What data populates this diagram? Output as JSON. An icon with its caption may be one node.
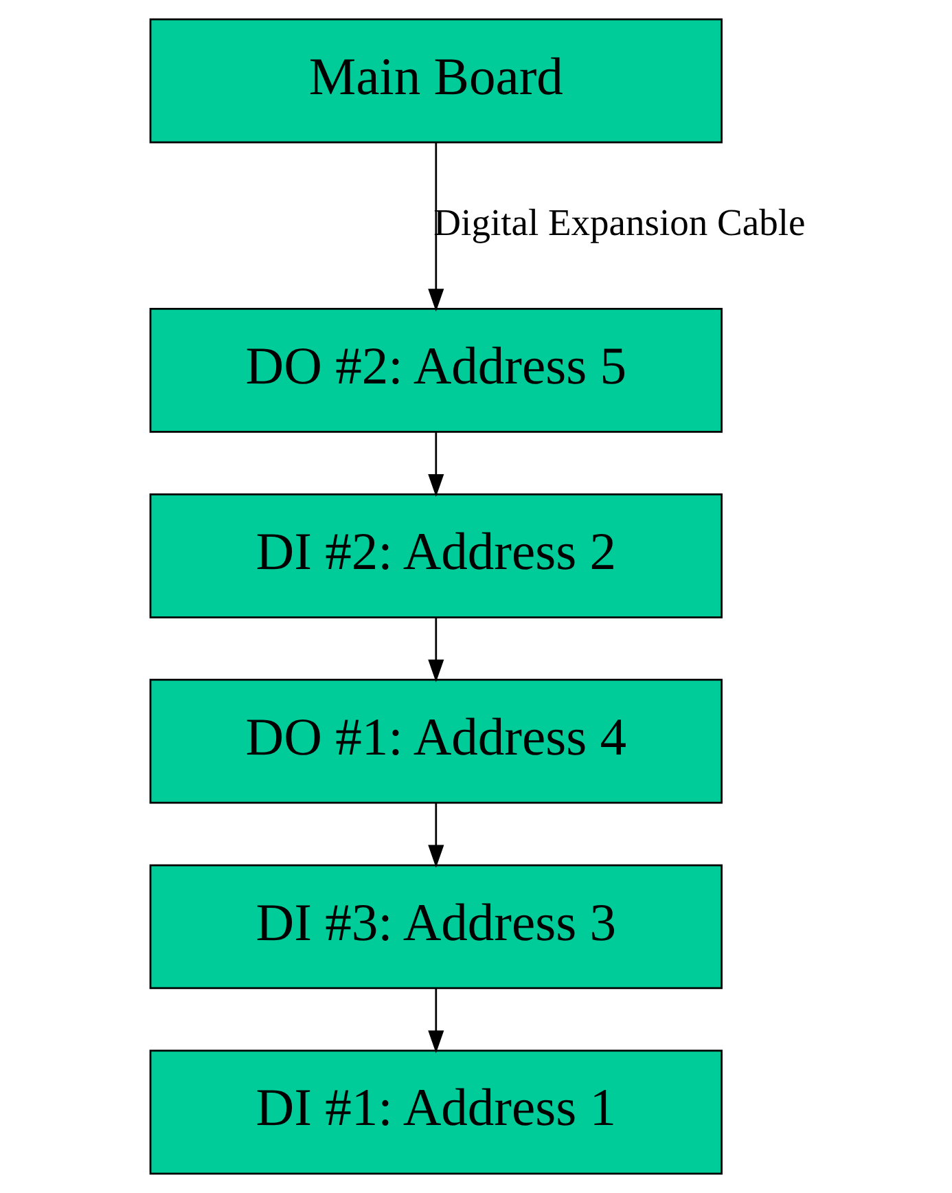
{
  "diagram": {
    "nodes": [
      {
        "text": [
          "Main Board"
        ]
      },
      {
        "text": [
          "DO #2: Address 5"
        ]
      },
      {
        "text": [
          "DI #2: Address 2"
        ]
      },
      {
        "text": [
          "DO #1: Address 4"
        ]
      },
      {
        "text": [
          "DI #3: Address 3"
        ]
      },
      {
        "text": [
          "DI #1: Address 1"
        ]
      }
    ],
    "edges": [
      {
        "from": 0,
        "to": 1,
        "arrow": "to",
        "label": "Digital Expansion Cable"
      },
      {
        "from": 1,
        "to": 2,
        "arrow": "to"
      },
      {
        "from": 2,
        "to": 3,
        "arrow": "to"
      },
      {
        "from": 3,
        "to": 4,
        "arrow": "to"
      },
      {
        "from": 4,
        "to": 5,
        "arrow": "to"
      }
    ]
  }
}
